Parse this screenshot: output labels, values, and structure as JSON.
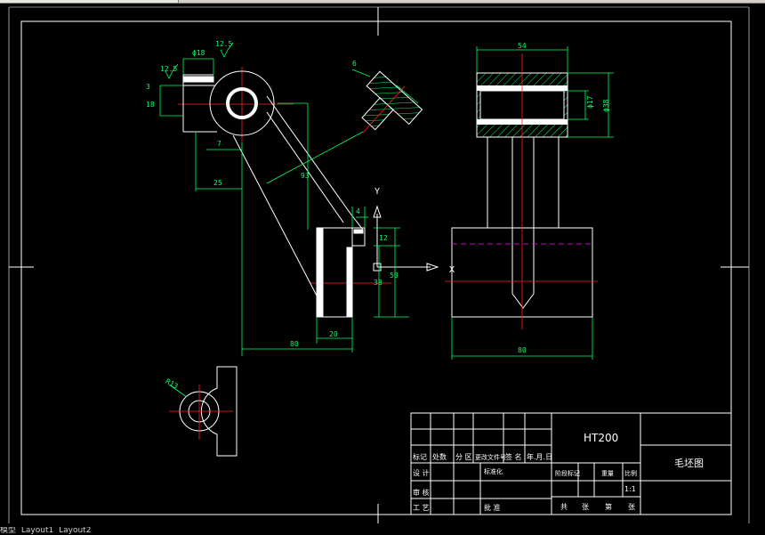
{
  "window": {
    "layout_tabs": [
      "模型",
      "Layout1",
      "Layout2"
    ]
  },
  "drawing": {
    "part_material": "HT200",
    "drawing_title": "毛坯图",
    "scale": "1:1"
  },
  "dimensions": {
    "d12_5_a": "12.5",
    "d12_5_b": "12.5",
    "phi18": "ϕ18",
    "d3": "3",
    "d18": "18",
    "d7": "7",
    "d25": "25",
    "d93": "93",
    "d6": "6",
    "d4": "4",
    "d12": "12",
    "d38": "38",
    "d50": "50",
    "d80_left": "80",
    "d20": "20",
    "d54": "54",
    "phi17": "ϕ17",
    "phi38": "ϕ38",
    "d80_right": "80",
    "r13": "R13",
    "axis_x": "X",
    "axis_y": "Y"
  },
  "title_block": {
    "rows": [
      [
        "标记",
        "处数",
        "分 区",
        "更改文件号",
        "签 名",
        "年.月.日"
      ],
      [
        "设 计",
        "",
        "",
        "标准化"
      ],
      [
        "审 核"
      ],
      [
        "工 艺",
        "",
        "",
        "批 准"
      ]
    ],
    "stage_header": [
      "阶段标记",
      "重量",
      "比例"
    ],
    "sheet_info": [
      "共",
      "张",
      "第",
      "张"
    ]
  }
}
